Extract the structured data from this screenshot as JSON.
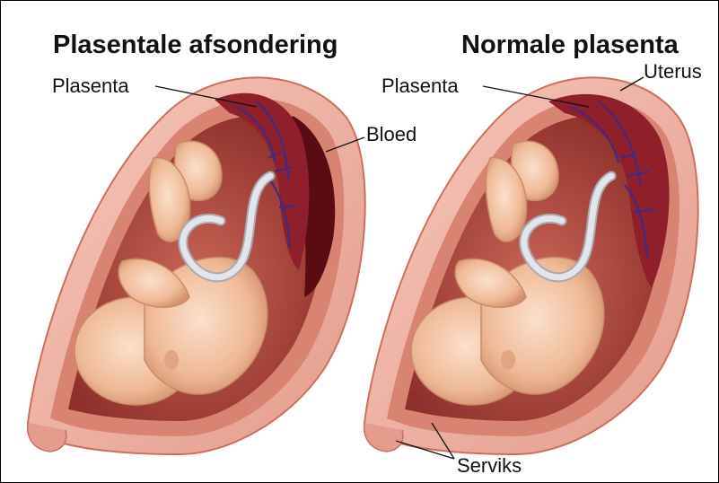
{
  "left_panel": {
    "title": "Plasentale afsondering",
    "labels": {
      "placenta": "Plasenta",
      "blood": "Bloed"
    }
  },
  "right_panel": {
    "title": "Normale plasenta",
    "labels": {
      "placenta": "Plasenta",
      "uterus": "Uterus"
    }
  },
  "shared_labels": {
    "cervix": "Serviks"
  },
  "colors": {
    "uterus_outer": "#f3b7ab",
    "uterus_wall": "#d6806f",
    "uterus_cavity": "#a7443c",
    "placenta": "#8f1f2b",
    "blood": "#5a0c12",
    "fetus": "#f1c2a2",
    "cord": "#d9d9de"
  }
}
